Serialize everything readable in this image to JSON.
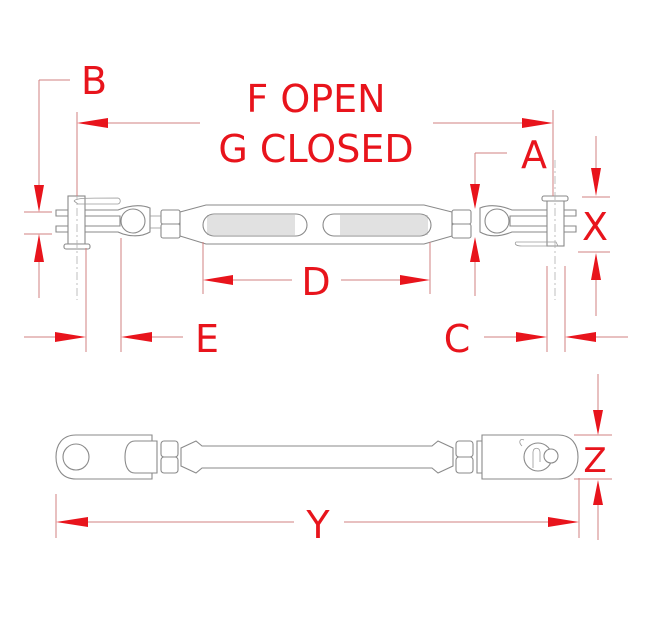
{
  "title": "Turnbuckle Jaw / Jaw Dimension Drawing",
  "colors": {
    "dimension_text": "#e8141c",
    "dimension_line": "#d08080",
    "part_outline": "#8a8a8a",
    "background": "#ffffff"
  },
  "top_view": {
    "labels": {
      "overall_open": "F OPEN",
      "overall_closed": "G CLOSED",
      "pin_diameter": "B",
      "thread_diameter": "A",
      "jaw_width": "X",
      "body_length": "D",
      "jaw_depth_left": "E",
      "jaw_depth_right": "C"
    }
  },
  "side_view": {
    "labels": {
      "overall_length": "Y",
      "jaw_thickness": "Z"
    }
  }
}
